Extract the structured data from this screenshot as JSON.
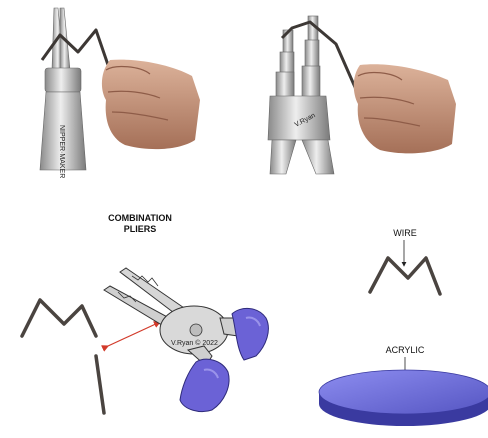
{
  "labels": {
    "combination_title_line1": "COMBINATION",
    "combination_title_line2": "PLIERS",
    "wire": "WIRE",
    "acrylic": "ACRYLIC",
    "credit": "V.Ryan © 2022"
  },
  "colors": {
    "wire": "#4a4440",
    "handle": "#6b62d6",
    "acrylic": "#6060c8",
    "arrow_red": "#d23a2a",
    "steel": "#c9c9c9",
    "skin": "#c99a7e"
  },
  "icons": {
    "round_nose_pliers": "round-nose-pliers-icon",
    "step_pliers": "step-pliers-icon",
    "hand": "hand-icon",
    "combination_pliers": "combination-pliers-icon",
    "acrylic_disc": "acrylic-disc-icon"
  }
}
